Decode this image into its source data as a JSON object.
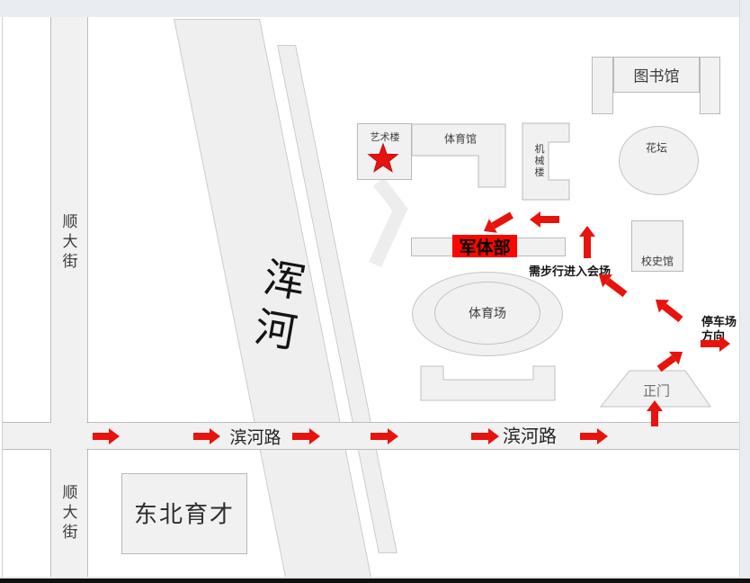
{
  "map": {
    "kind": "campus-direction-map",
    "streets": {
      "shun_da_jie_upper": "顺大街",
      "shun_da_jie_lower": "顺大街",
      "binhe_road_west": "滨河路",
      "binhe_road_east": "滨河路"
    },
    "river": {
      "label": "浑河"
    },
    "buildings": {
      "library": {
        "label": "图书馆"
      },
      "flower_bed": {
        "label": "花坛"
      },
      "art_building": {
        "label": "艺术楼",
        "marker": "red-star"
      },
      "gymnasium": {
        "label": "体育馆"
      },
      "machinery_building": {
        "label": "机械楼"
      },
      "military_sports_dept": {
        "label": "军体部",
        "highlight": "#fb0600"
      },
      "school_history_hall": {
        "label": "校史馆"
      },
      "stadium": {
        "label": "体育场"
      },
      "main_gate": {
        "label": "正门"
      },
      "dongbei_yucai": {
        "label": "东北育才"
      }
    },
    "annotations": {
      "walk_note": "需步行进入会场",
      "parking_line1": "停车场",
      "parking_line2": "方向"
    },
    "colors": {
      "arrow_red": "#e8130d",
      "star_red": "#e41410",
      "highlight_red": "#fb0600",
      "building_fill": "#f1f1f1",
      "road_fill": "#f1f1f1",
      "margin_blue": "#e9edf2"
    }
  }
}
